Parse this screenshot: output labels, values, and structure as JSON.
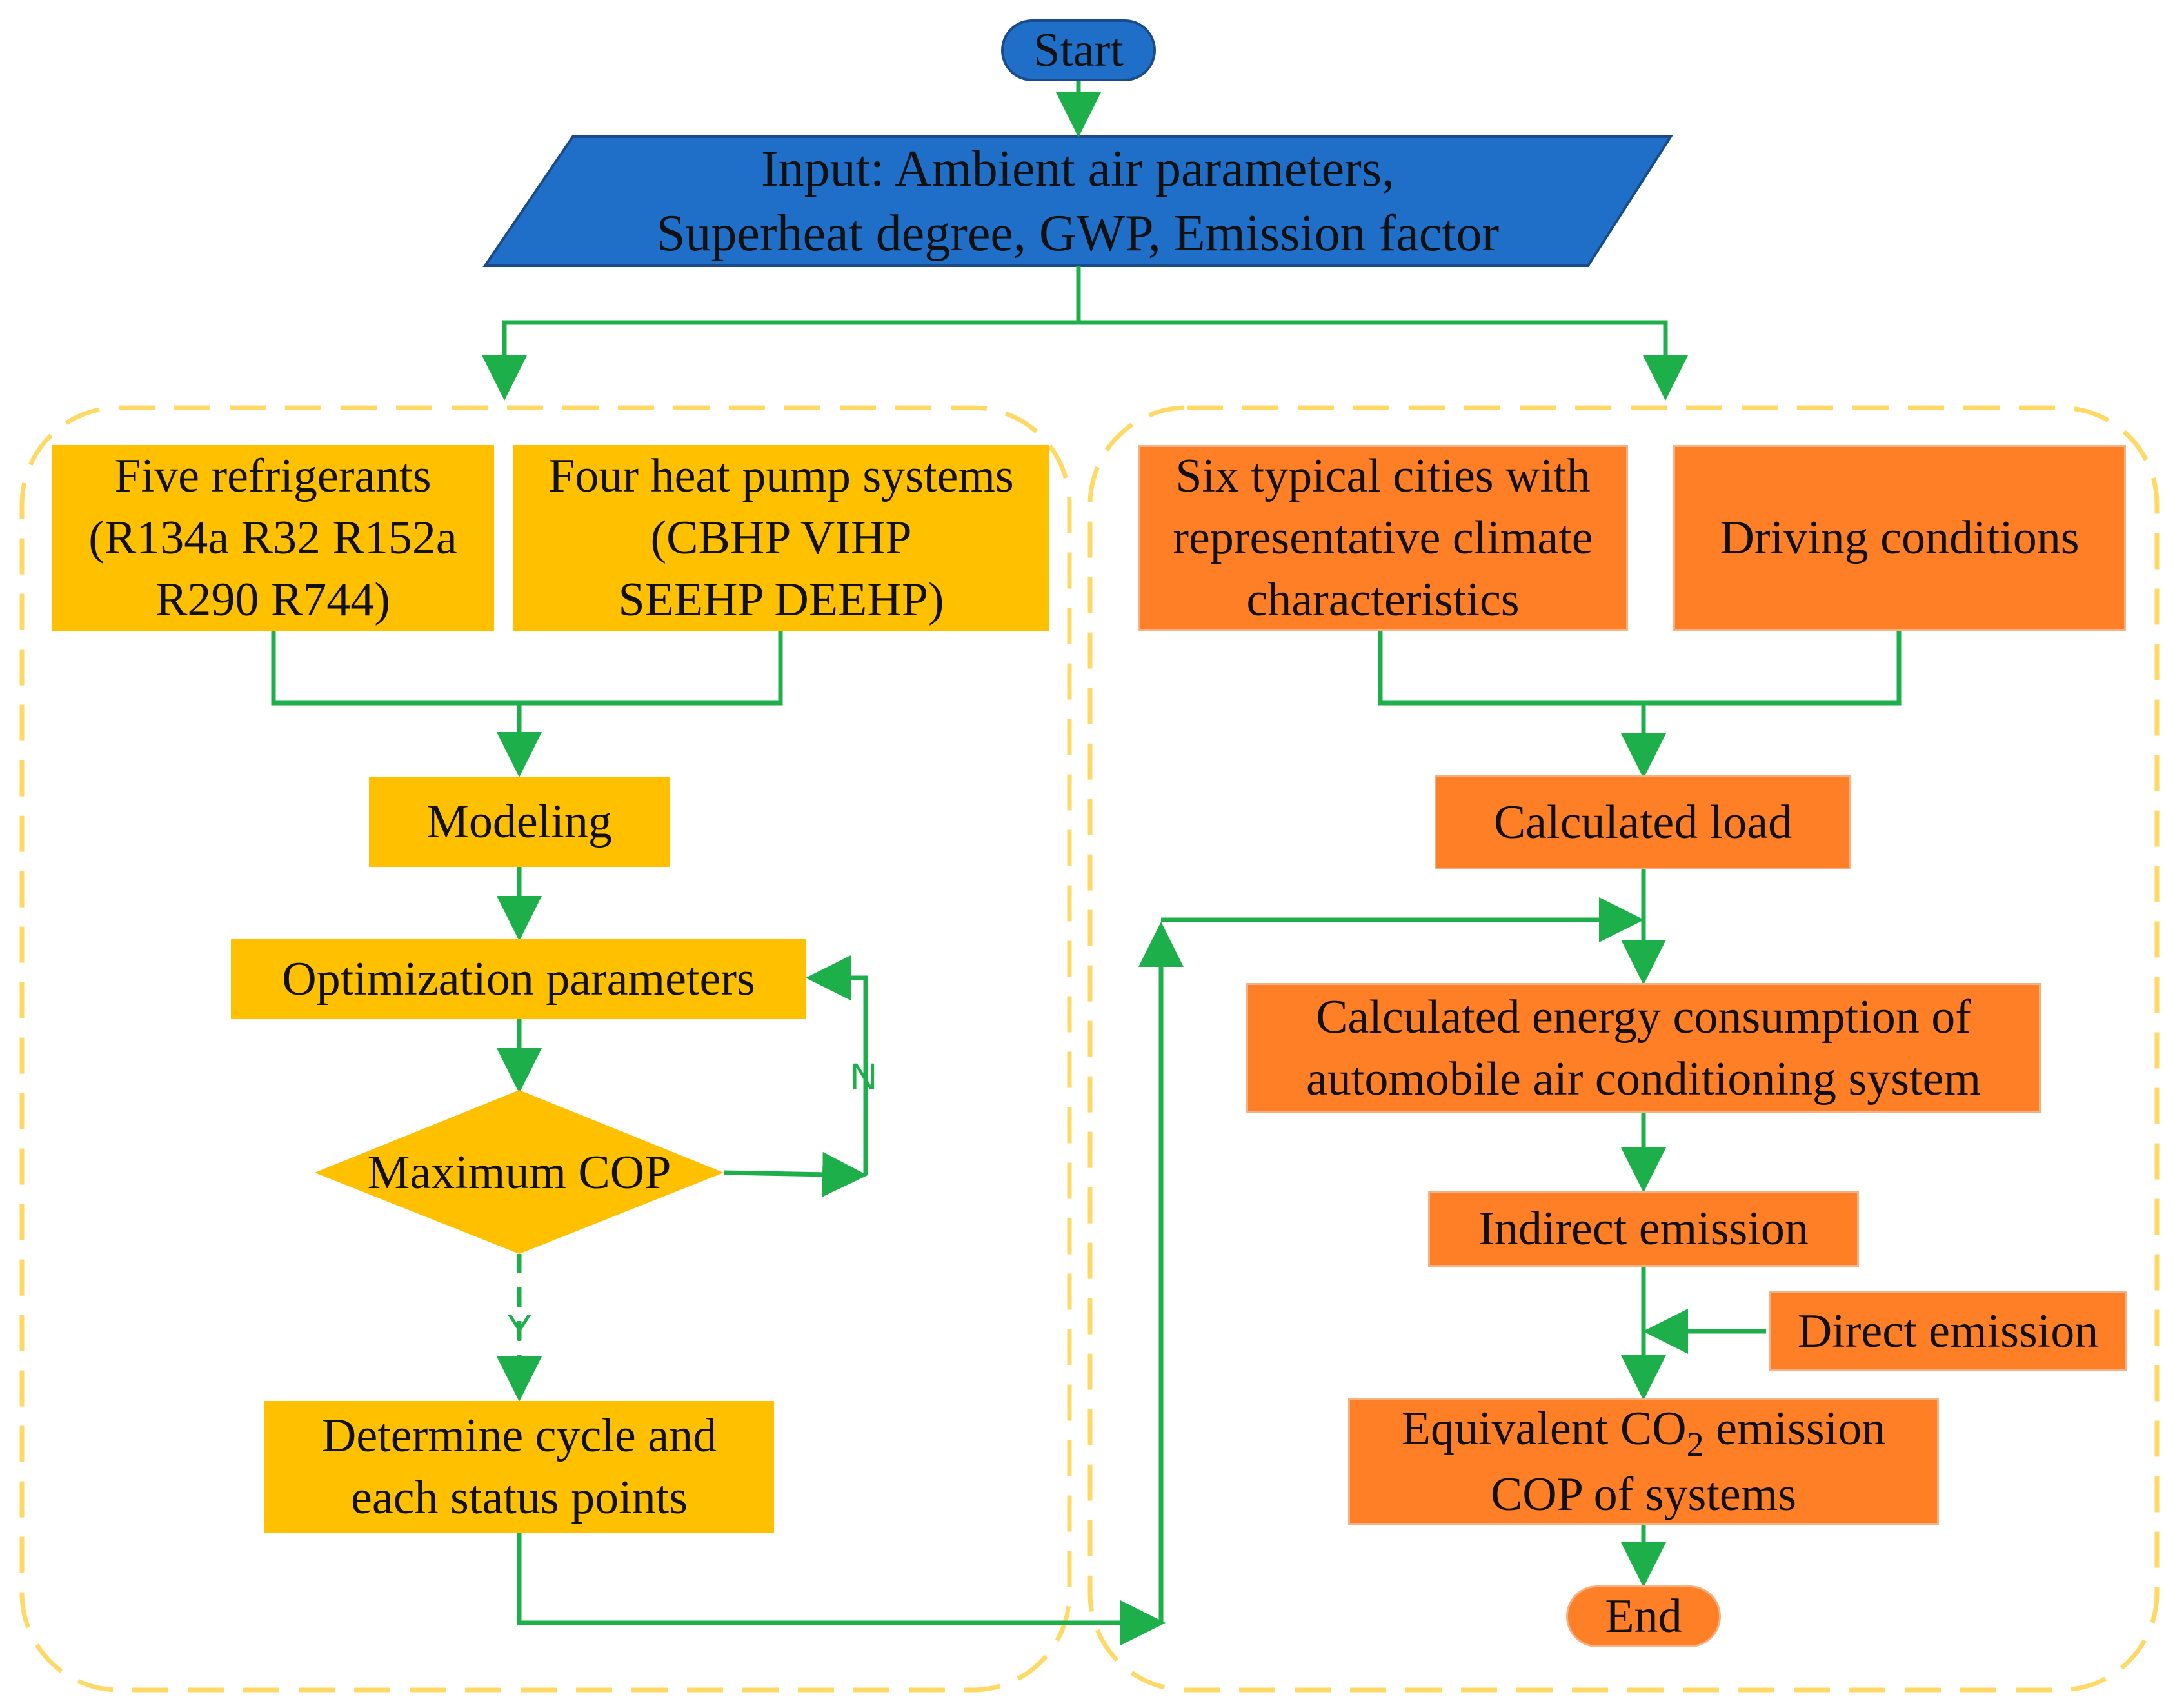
{
  "start_label": "Start",
  "end_label": "End",
  "input": {
    "line1": "Input: Ambient air parameters,",
    "line2": "Superheat degree, GWP, Emission factor"
  },
  "left_panel": {
    "refrigerants": {
      "line1": "Five refrigerants",
      "line2": "(R134a R32 R152a",
      "line3": "R290 R744)"
    },
    "heat_pumps": {
      "line1": "Four heat pump systems",
      "line2": "(CBHP VIHP",
      "line3": "SEEHP DEEHP)"
    },
    "modeling": "Modeling",
    "optimization": "Optimization parameters",
    "decision": "Maximum COP",
    "no_label": "N",
    "yes_label": "Y",
    "determine": {
      "line1": "Determine cycle and",
      "line2": "each status points"
    }
  },
  "right_panel": {
    "cities": {
      "line1": "Six typical cities with",
      "line2": "representative climate",
      "line3": "characteristics"
    },
    "driving": "Driving conditions",
    "load": "Calculated load",
    "energy": {
      "line1": "Calculated energy consumption of",
      "line2": "automobile air conditioning system"
    },
    "indirect": "Indirect emission",
    "direct": "Direct emission",
    "equivalent": {
      "line1_prefix": "Equivalent CO",
      "line1_sub": "2",
      "line1_suffix": " emission",
      "line2": "COP of systems"
    }
  },
  "colors": {
    "arrow": "#1DB04A",
    "dashed_border": "#FFD966",
    "yellow_box": "#FFC000",
    "orange_box": "#FF7F27",
    "blue_box": "#1F6FC9"
  }
}
